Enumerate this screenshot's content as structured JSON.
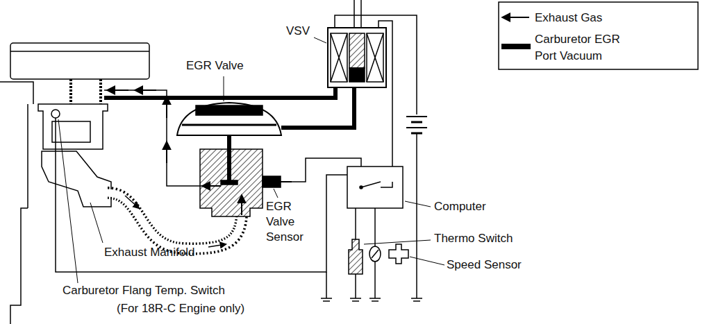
{
  "diagram": {
    "labels": [
      "EGR Valve",
      "VSV",
      "Exhaust Manifold",
      "EGR Valve Sensor",
      "Computer",
      "Thermo Switch",
      "Speed Sensor",
      "Carburetor Flang Temp. Switch",
      "(For 18R-C Engine only)"
    ],
    "legend": [
      {
        "text": "Exhaust Gas"
      },
      {
        "text": "Carburetor EGR Port Vacuum",
        "color": "#000000"
      }
    ]
  }
}
